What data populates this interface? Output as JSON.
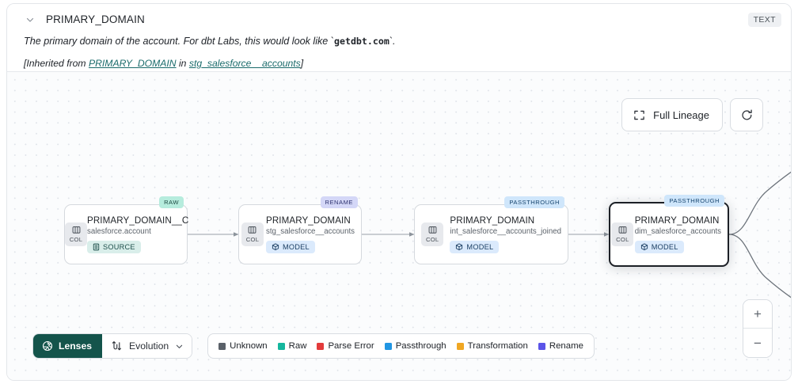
{
  "header": {
    "collapse_icon": "chevron-down-icon",
    "title": "PRIMARY_DOMAIN",
    "type_badge": "TEXT",
    "description_prefix": "The primary domain of the account. For dbt Labs, this would look like `",
    "description_code": "getdbt.com",
    "description_suffix": "`.",
    "inherited_prefix": "[Inherited from ",
    "inherited_link1": "PRIMARY_DOMAIN",
    "inherited_mid": " in ",
    "inherited_link2": "stg_salesforce__accounts",
    "inherited_suffix": "]"
  },
  "controls": {
    "full_lineage_label": "Full Lineage",
    "full_lineage_icon": "expand-corners-icon",
    "refresh_icon": "refresh-icon",
    "zoom_in_label": "+",
    "zoom_out_label": "−"
  },
  "nodes": [
    {
      "tag": "RAW",
      "tag_class": "raw",
      "col_label": "COL",
      "title": "PRIMARY_DOMAIN__C",
      "subtitle": "salesforce.account",
      "pill_label": "SOURCE",
      "pill_icon": "database-icon",
      "selected": false
    },
    {
      "tag": "RENAME",
      "tag_class": "rename",
      "col_label": "COL",
      "title": "PRIMARY_DOMAIN",
      "subtitle": "stg_salesforce__accounts",
      "pill_label": "MODEL",
      "pill_icon": "cube-icon",
      "selected": false
    },
    {
      "tag": "PASSTHROUGH",
      "tag_class": "passthrough",
      "col_label": "COL",
      "title": "PRIMARY_DOMAIN",
      "subtitle": "int_salesforce__accounts_joined",
      "pill_label": "MODEL",
      "pill_icon": "cube-icon",
      "selected": false
    },
    {
      "tag": "PASSTHROUGH",
      "tag_class": "passthrough",
      "col_label": "COL",
      "title": "PRIMARY_DOMAIN",
      "subtitle": "dim_salesforce_accounts",
      "pill_label": "MODEL",
      "pill_icon": "cube-icon",
      "selected": true
    }
  ],
  "bottom": {
    "lenses_label": "Lenses",
    "lenses_icon": "aperture-icon",
    "evolution_label": "Evolution",
    "evolution_icon": "flow-arrows-icon",
    "evolution_chevron": "chevron-down-icon",
    "legend": [
      {
        "label": "Unknown",
        "color": "#5a6169"
      },
      {
        "label": "Raw",
        "color": "#15b79e"
      },
      {
        "label": "Parse Error",
        "color": "#e33b3b"
      },
      {
        "label": "Passthrough",
        "color": "#2196e3"
      },
      {
        "label": "Transformation",
        "color": "#f0a723"
      },
      {
        "label": "Rename",
        "color": "#5b54e8"
      }
    ]
  }
}
